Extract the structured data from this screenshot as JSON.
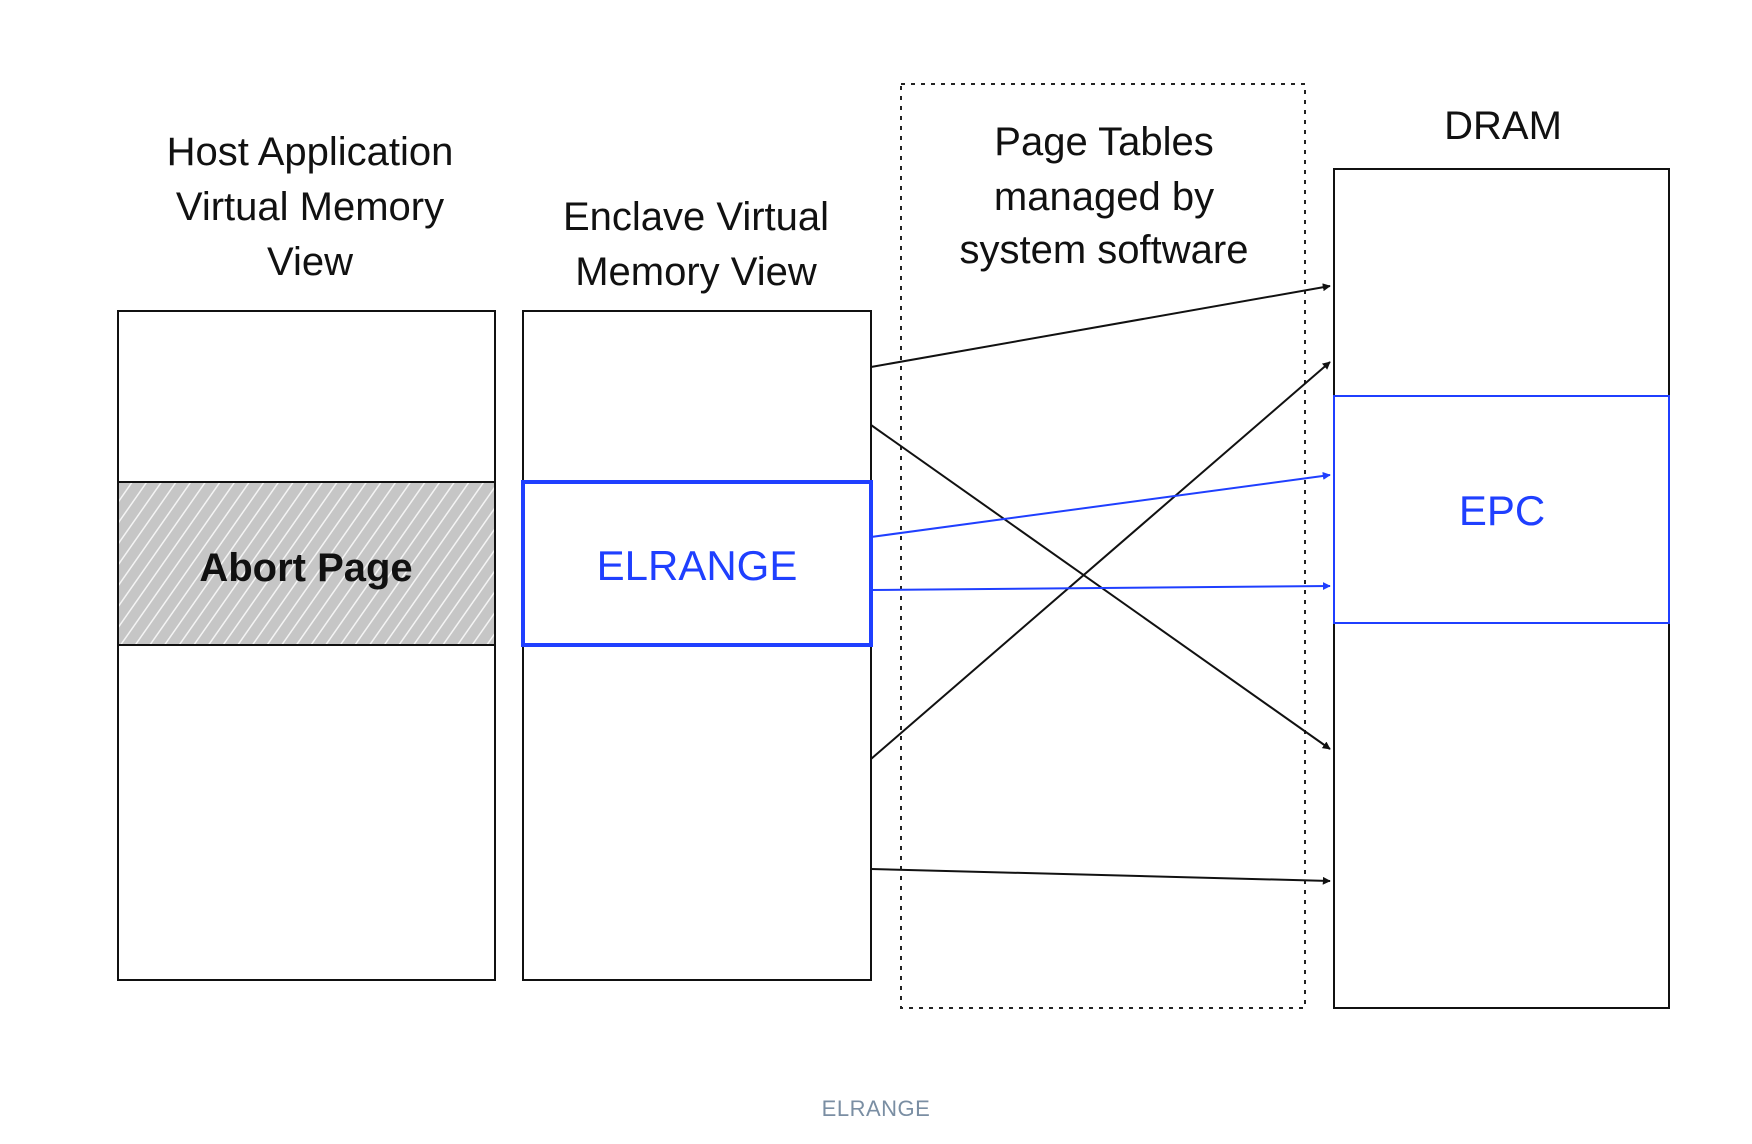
{
  "diagram": {
    "host_view_label": [
      "Host Application",
      "Virtual Memory",
      "View"
    ],
    "enclave_view_label": [
      "Enclave Virtual",
      "Memory View"
    ],
    "page_tables_label": [
      "Page Tables",
      "managed by",
      "system software"
    ],
    "dram_label": "DRAM",
    "abort_page_label": "Abort Page",
    "elrange_label": "ELRANGE",
    "epc_label": "EPC",
    "colors": {
      "blue": "#1f3fff",
      "black": "#111111",
      "hatch_bg": "#c8c8c8",
      "hatch_line": "#f2f2f2"
    }
  },
  "caption": "ELRANGE"
}
